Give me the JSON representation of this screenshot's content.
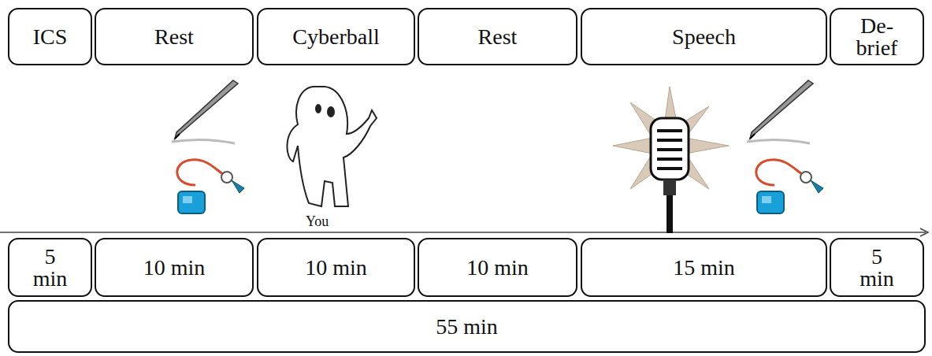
{
  "diagram": {
    "nodes": [
      {
        "text": [
          "ICS"
        ]
      },
      {
        "text": [
          "Rest"
        ]
      },
      {
        "text": [
          "Cyberball"
        ]
      },
      {
        "text": [
          "Rest"
        ]
      },
      {
        "text": [
          "Speech"
        ]
      },
      {
        "text": [
          "De-brief"
        ]
      },
      {
        "text": [
          "5 min"
        ]
      },
      {
        "text": [
          "10 min"
        ]
      },
      {
        "text": [
          "10 min"
        ]
      },
      {
        "text": [
          "10 min"
        ]
      },
      {
        "text": [
          "15 min"
        ]
      },
      {
        "text": [
          "5 min"
        ]
      },
      {
        "text": [
          "55 min"
        ]
      }
    ],
    "labels": [
      "You"
    ]
  }
}
